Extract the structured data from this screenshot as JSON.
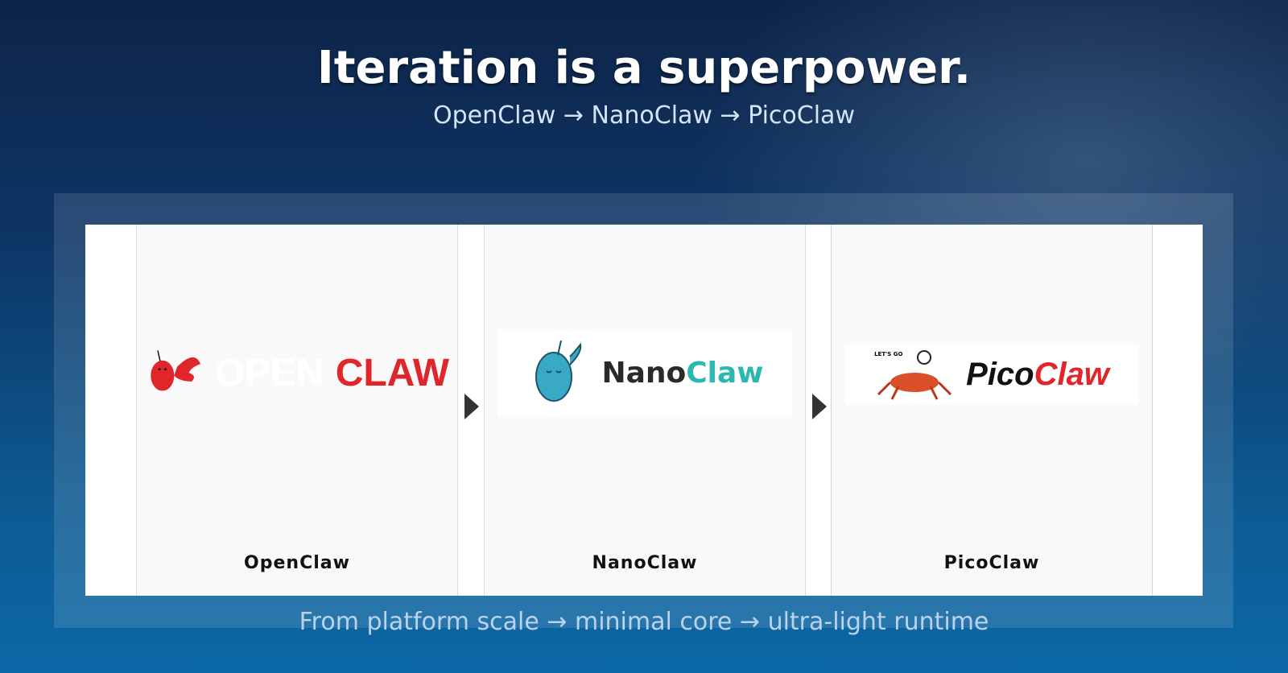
{
  "header": {
    "title": "Iteration is a superpower.",
    "subtitle": "OpenClaw → NanoClaw → PicoClaw"
  },
  "cards": [
    {
      "label": "OpenClaw",
      "logo": {
        "part1": "OPEN",
        "part2": "CLAW",
        "color": "#e0262b"
      }
    },
    {
      "label": "NanoClaw",
      "logo": {
        "part1": "Nano",
        "part2": "Claw",
        "color": "#2bb8b0"
      }
    },
    {
      "label": "PicoClaw",
      "logo": {
        "part1": "Pico",
        "part2": "Claw",
        "tagline": "LET'S GO",
        "color": "#e0262b"
      }
    }
  ],
  "caption": "From platform scale → minimal core → ultra-light runtime"
}
